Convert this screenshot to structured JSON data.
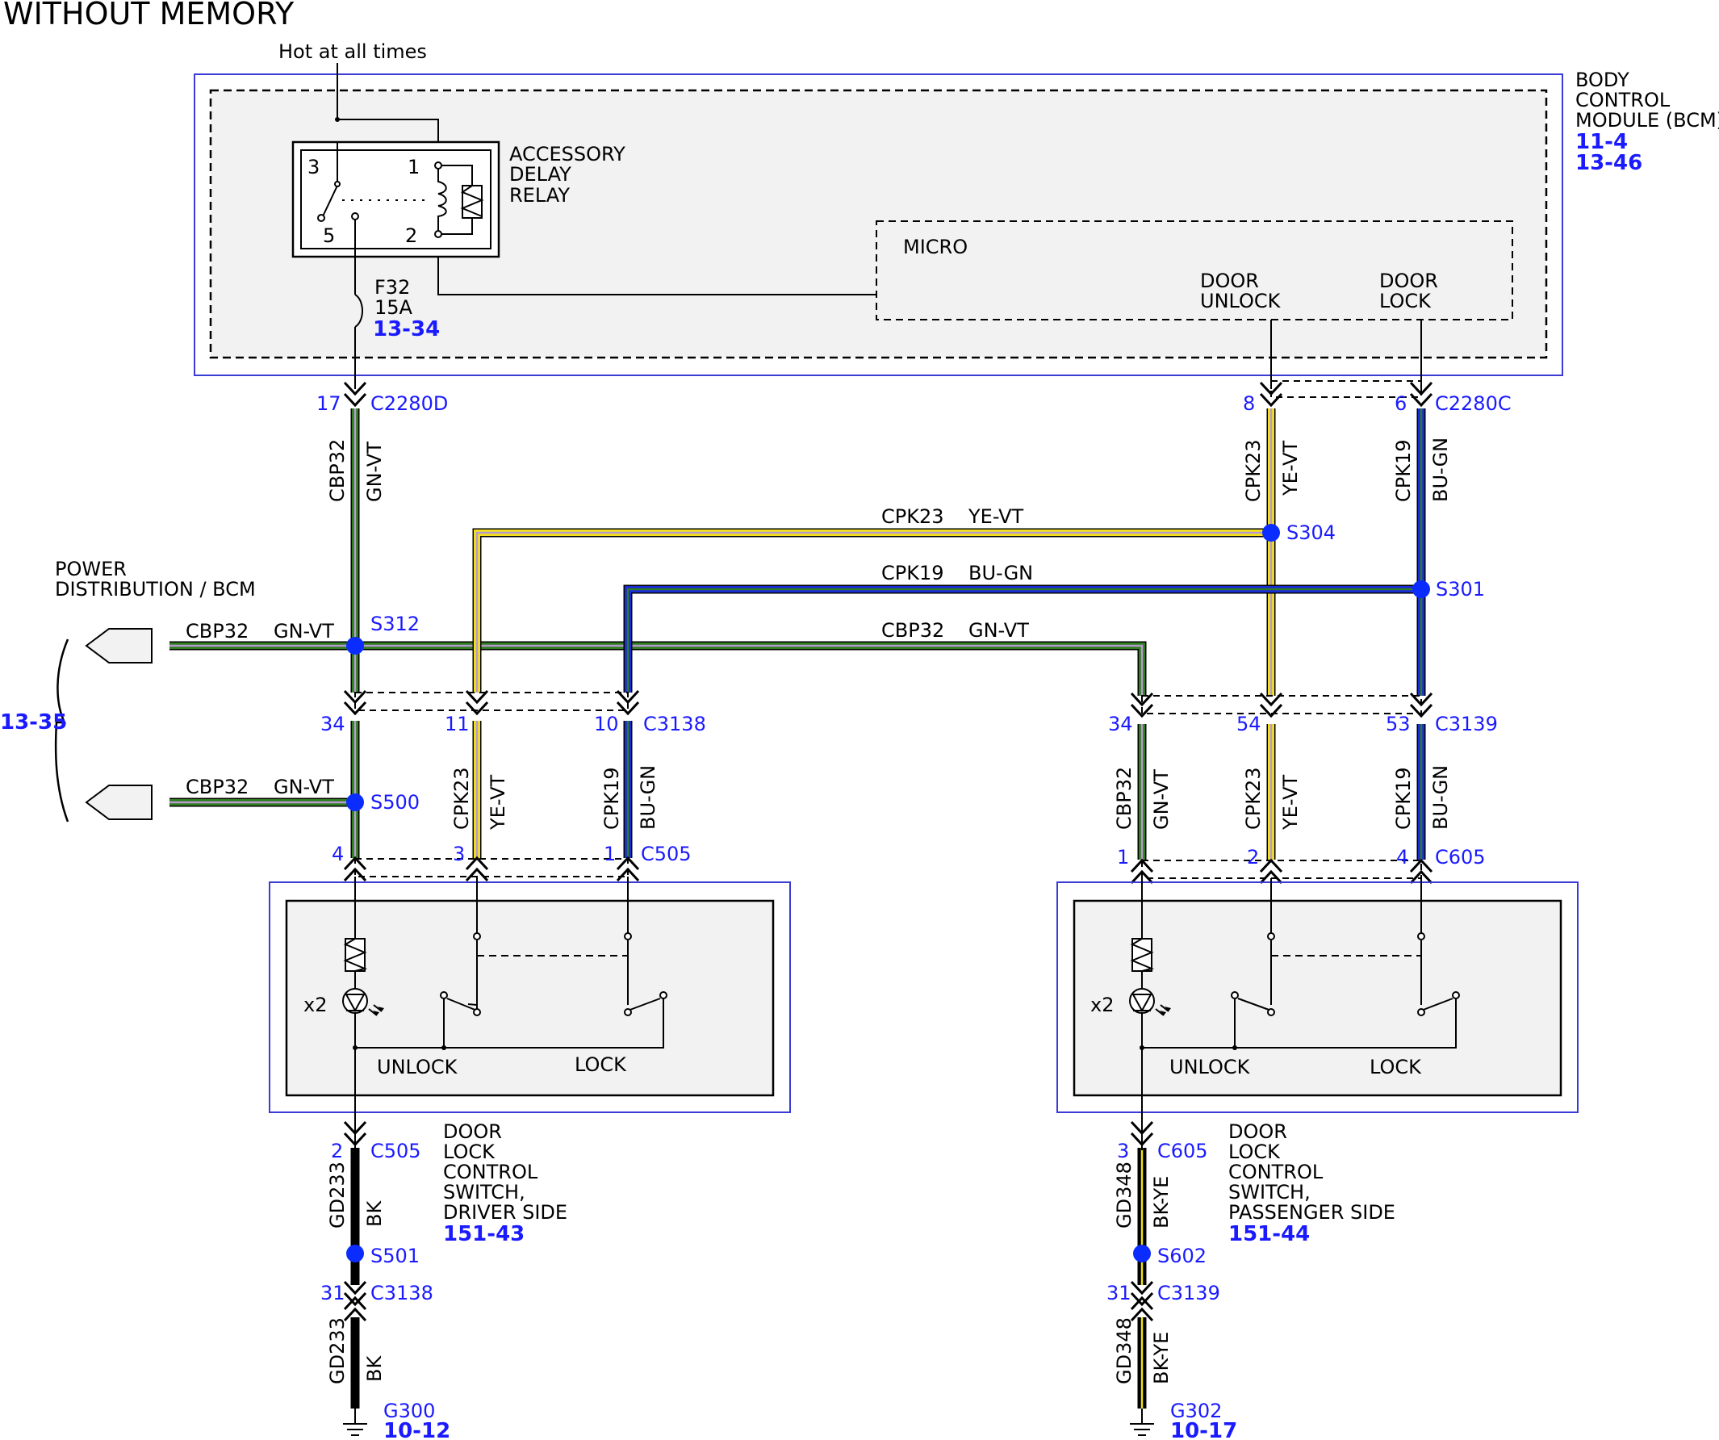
{
  "title": "WITHOUT MEMORY",
  "colors": {
    "green": "#2e7d1e",
    "violet": "#b89ad0",
    "yellow": "#f2e11a",
    "blue": "#1a2bd9",
    "black": "#000000",
    "splice": "#0b2cff",
    "module_border": "#3b3bd6",
    "module_fill": "#f2f2f2"
  },
  "bcm": {
    "hot_label": "Hot at all times",
    "name_lines": [
      "BODY",
      "CONTROL",
      "MODULE (BCM)"
    ],
    "refs": [
      "11-4",
      "13-46"
    ],
    "relay_lines": [
      "ACCESSORY",
      "DELAY",
      "RELAY"
    ],
    "relay_pins": [
      "3",
      "1",
      "5",
      "2"
    ],
    "fuse_lines": [
      "F32",
      "15A"
    ],
    "fuse_ref": "13-34",
    "micro_label": "MICRO",
    "unlock_lines": [
      "DOOR",
      "UNLOCK"
    ],
    "lock_lines": [
      "DOOR",
      "LOCK"
    ]
  },
  "connectors": {
    "c2280d": {
      "name": "C2280D",
      "pin": "17"
    },
    "c2280c": {
      "name": "C2280C",
      "pin_unlock": "8",
      "pin_lock": "6"
    },
    "c3138": {
      "name": "C3138",
      "pins": [
        "34",
        "11",
        "10"
      ],
      "ground_pin": "31"
    },
    "c3139": {
      "name": "C3139",
      "pins": [
        "34",
        "54",
        "53"
      ],
      "ground_pin": "31"
    },
    "c505": {
      "name": "C505",
      "pins": [
        "4",
        "3",
        "1"
      ],
      "ground_pin": "2"
    },
    "c605": {
      "name": "C605",
      "pins": [
        "1",
        "2",
        "4"
      ],
      "ground_pin": "3"
    }
  },
  "wires": {
    "cbp32": "CBP32",
    "cpk23": "CPK23",
    "cpk19": "CPK19",
    "gd233": "GD233",
    "gd348": "GD348",
    "gn_vt": "GN-VT",
    "ye_vt": "YE-VT",
    "bu_gn": "BU-GN",
    "bk": "BK",
    "bk_ye": "BK-YE"
  },
  "splices": [
    "S304",
    "S301",
    "S312",
    "S500",
    "S501",
    "S602"
  ],
  "power_dist": {
    "lines": [
      "POWER",
      "DISTRIBUTION / BCM"
    ],
    "ref": "13-35"
  },
  "driver_switch": {
    "multiplier": "x2",
    "unlock": "UNLOCK",
    "lock": "LOCK",
    "name_lines": [
      "DOOR",
      "LOCK",
      "CONTROL",
      "SWITCH,",
      "DRIVER SIDE"
    ],
    "ref": "151-43"
  },
  "passenger_switch": {
    "multiplier": "x2",
    "unlock": "UNLOCK",
    "lock": "LOCK",
    "name_lines": [
      "DOOR",
      "LOCK",
      "CONTROL",
      "SWITCH,",
      "PASSENGER SIDE"
    ],
    "ref": "151-44"
  },
  "grounds": {
    "g300": {
      "name": "G300",
      "ref": "10-12"
    },
    "g302": {
      "name": "G302",
      "ref": "10-17"
    }
  }
}
